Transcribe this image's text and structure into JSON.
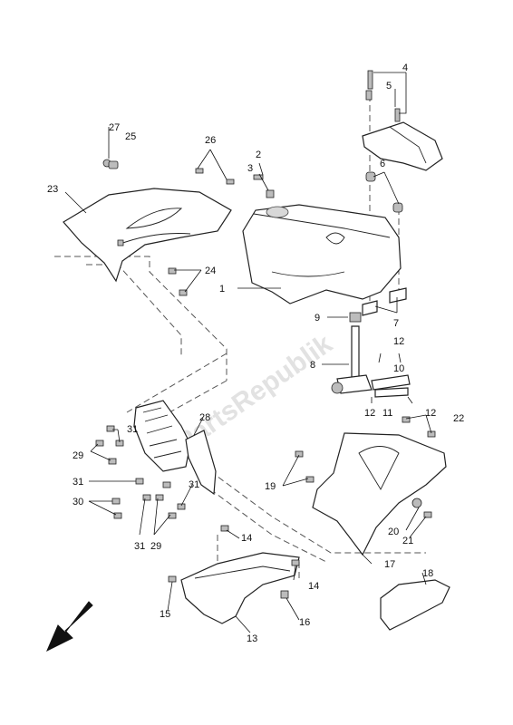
{
  "watermark": "PartsRepublik",
  "callouts": {
    "c1": "1",
    "c2": "2",
    "c3": "3",
    "c4": "4",
    "c5": "5",
    "c6": "6",
    "c7": "7",
    "c8": "8",
    "c9": "9",
    "c10": "10",
    "c11": "11",
    "c12a": "12",
    "c12b": "12",
    "c12c": "12",
    "c13": "13",
    "c14a": "14",
    "c14b": "14",
    "c15": "15",
    "c16": "16",
    "c17": "17",
    "c18": "18",
    "c19": "19",
    "c20": "20",
    "c21": "21",
    "c22": "22",
    "c23": "23",
    "c24": "24",
    "c25": "25",
    "c26": "26",
    "c27": "27",
    "c28": "28",
    "c29a": "29",
    "c29b": "29",
    "c30": "30",
    "c31a": "31",
    "c31b": "31",
    "c31c": "31",
    "c31d": "31"
  },
  "icons": {
    "direction": "front-direction-arrow-icon"
  }
}
